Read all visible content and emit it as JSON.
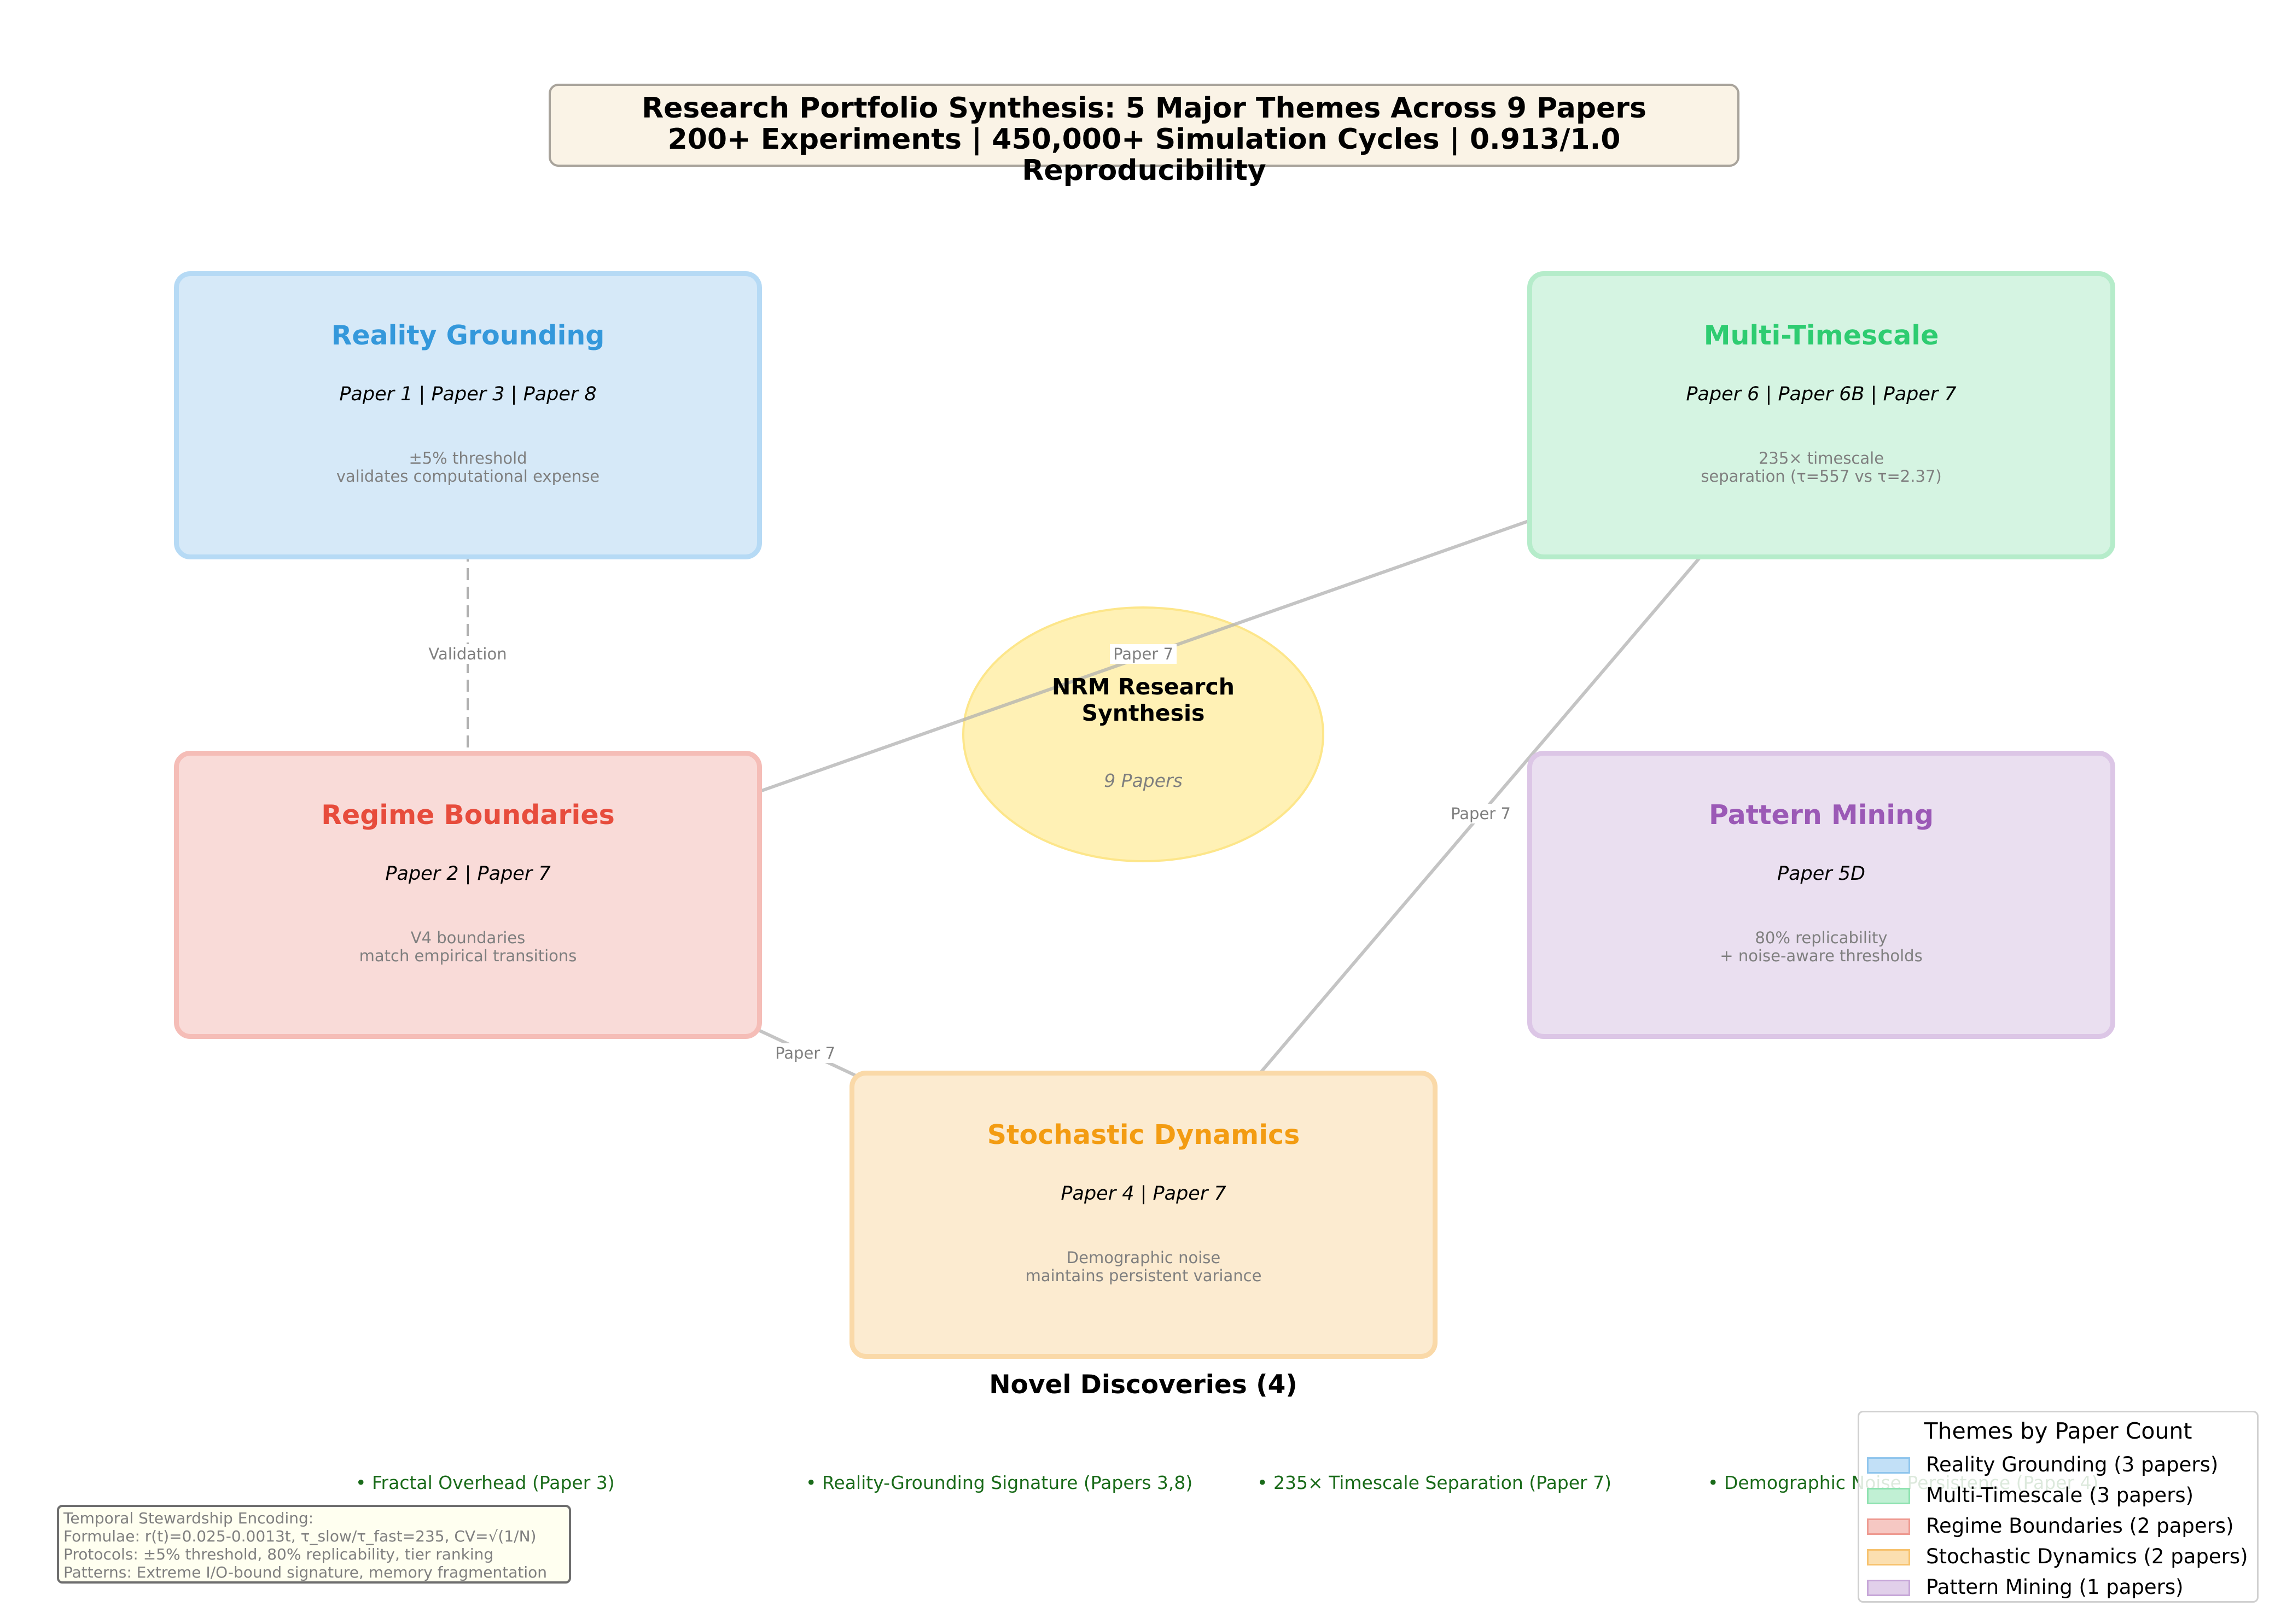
{
  "title": {
    "line1": "Research Portfolio Synthesis: 5 Major Themes Across 9 Papers",
    "line2": "200+ Experiments | 450,000+ Simulation Cycles | 0.913/1.0 Reproducibility"
  },
  "themes": [
    {
      "name": "Reality Grounding",
      "papers": "Paper 1 | Paper 3 | Paper 8",
      "desc1": "±5% threshold",
      "desc2": "validates computational expense",
      "color": "#3498db",
      "fill": "#d6e9f8",
      "border": "#b6daf5"
    },
    {
      "name": "Multi-Timescale",
      "papers": "Paper 6 | Paper 6B | Paper 7",
      "desc1": "235× timescale",
      "desc2": "separation (τ=557 vs τ=2.37)",
      "color": "#2ecc71",
      "fill": "#d5f4e2",
      "border": "#b5ecca"
    },
    {
      "name": "Regime Boundaries",
      "papers": "Paper 2 | Paper 7",
      "desc1": "V4 boundaries",
      "desc2": "match empirical transitions",
      "color": "#e74c3c",
      "fill": "#f9dbd8",
      "border": "#f5bdb7"
    },
    {
      "name": "Pattern Mining",
      "papers": "Paper 5D",
      "desc1": "80% replicability",
      "desc2": "+ noise-aware thresholds",
      "color": "#9b59b6",
      "fill": "#eadff0",
      "border": "#dcc6e6"
    },
    {
      "name": "Stochastic Dynamics",
      "papers": "Paper 4 | Paper 7",
      "desc1": "Demographic noise",
      "desc2": "maintains persistent variance",
      "color": "#f39c12",
      "fill": "#fcebd0",
      "border": "#fad9a8"
    }
  ],
  "center": {
    "line1": "NRM Research",
    "line2": "Synthesis",
    "sub": "9 Papers",
    "fill": "#fff1b5",
    "border": "#fde68a"
  },
  "edges": {
    "validation": "Validation",
    "p7a": "Paper 7",
    "p7b": "Paper 7",
    "p7c": "Paper 7"
  },
  "discoveries": {
    "header": "Novel Discoveries (4)",
    "items": [
      "• Fractal Overhead (Paper 3)",
      "• Reality-Grounding Signature (Papers 3,8)",
      "• 235× Timescale Separation (Paper 7)",
      "• Demographic Noise Persistence (Paper 4)"
    ]
  },
  "encoding": {
    "lines": [
      "Temporal Stewardship Encoding:",
      "Formulae: r(t)=0.025-0.0013t, τ_slow/τ_fast=235, CV=√(1/N)",
      "Protocols: ±5% threshold, 80% replicability, tier ranking",
      "Patterns: Extreme I/O-bound signature, memory fragmentation"
    ]
  },
  "legend": {
    "title": "Themes by Paper Count",
    "items": [
      {
        "label": "Reality Grounding (3 papers)",
        "fill": "#c2e0f7",
        "border": "#8fc5ed"
      },
      {
        "label": "Multi-Timescale (3 papers)",
        "fill": "#c1f0d4",
        "border": "#8ee2b0"
      },
      {
        "label": "Regime Boundaries (2 papers)",
        "fill": "#f6c8c3",
        "border": "#ee9a91"
      },
      {
        "label": "Stochastic Dynamics (2 papers)",
        "fill": "#fbdfb0",
        "border": "#f7c26e"
      },
      {
        "label": "Pattern Mining (1 papers)",
        "fill": "#e1d0ea",
        "border": "#c6a6d8"
      }
    ]
  }
}
